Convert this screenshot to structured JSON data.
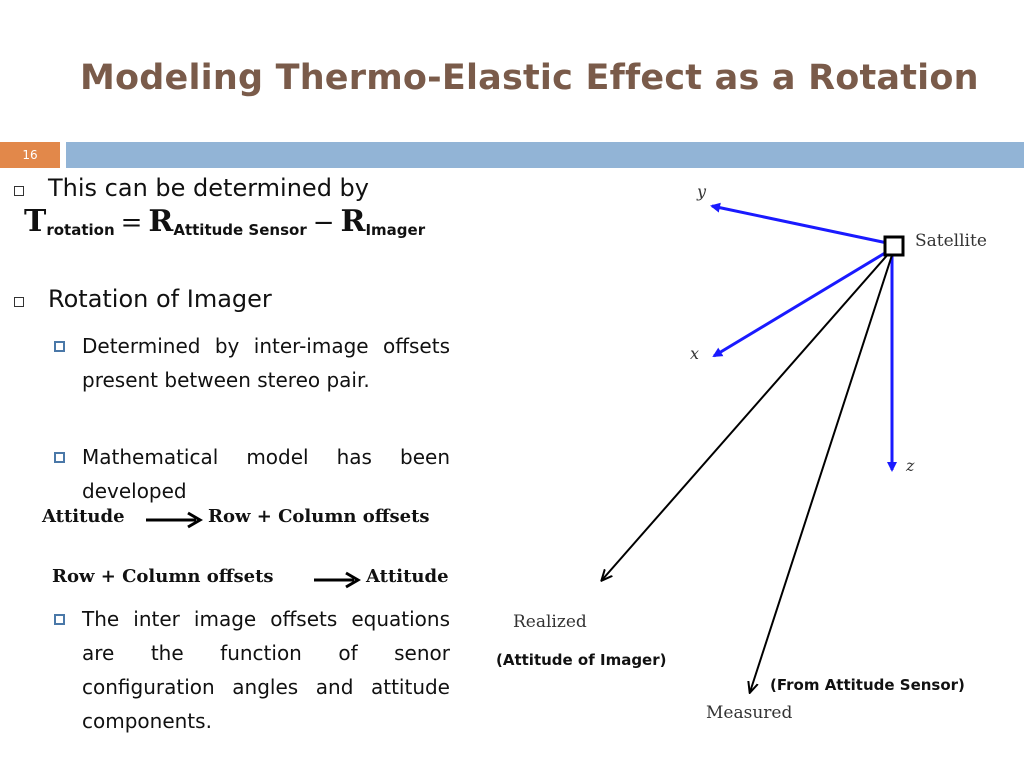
{
  "title": "Modeling Thermo-Elastic Effect as a Rotation",
  "slide_number": "16",
  "bullets": {
    "b1": "This can be determined by",
    "b2": "Rotation of Imager",
    "sub1": "Determined by inter-image offsets present between stereo pair.",
    "sub2": "Mathematical model has been developed",
    "sub3": "The inter image offsets equations are the function of senor configuration angles and attitude components."
  },
  "formula": {
    "T": "T",
    "T_sub": "rotation",
    "eq": "=",
    "R1": "R",
    "R1_sub": "Attitude Sensor",
    "minus": "−",
    "R2": "R",
    "R2_sub": "Imager"
  },
  "model": {
    "line1_left": "Attitude",
    "line1_right": "Row + Column offsets",
    "line2_left": "Row + Column offsets",
    "line2_right": "Attitude"
  },
  "diagram": {
    "satellite": "Satellite",
    "axis_y": "y",
    "axis_x": "x",
    "axis_z": "z",
    "realized": "Realized",
    "measured": "Measured",
    "caption_imager": "(Attitude of Imager)",
    "caption_sensor": "(From Attitude Sensor)",
    "axis_color": "#1a1aff"
  }
}
